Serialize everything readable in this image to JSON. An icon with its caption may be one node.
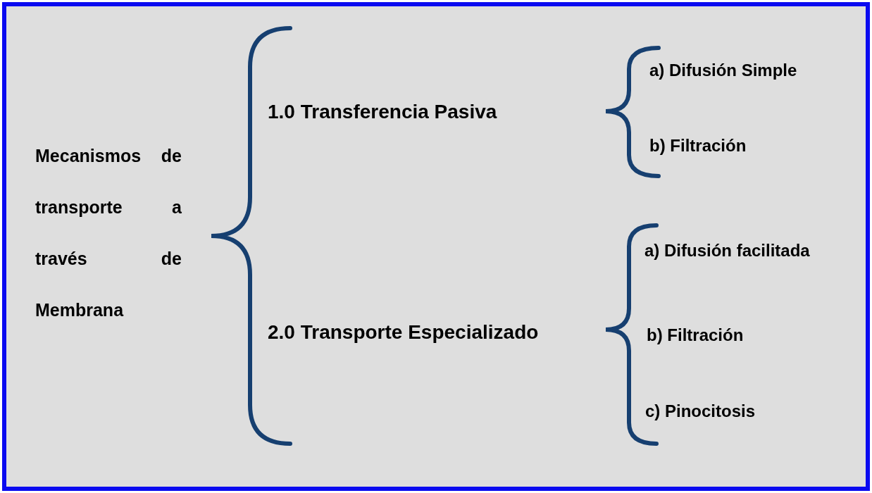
{
  "diagram": {
    "labels": [
      "Mecanismos de transporte a través de Membrana",
      "1.0 Transferencia Pasiva",
      "a) Difusión Simple",
      "b) Filtración",
      "2.0 Transporte Especializado",
      "a) Difusión facilitada",
      "b) Filtración",
      "c) Pinocitosis"
    ]
  }
}
